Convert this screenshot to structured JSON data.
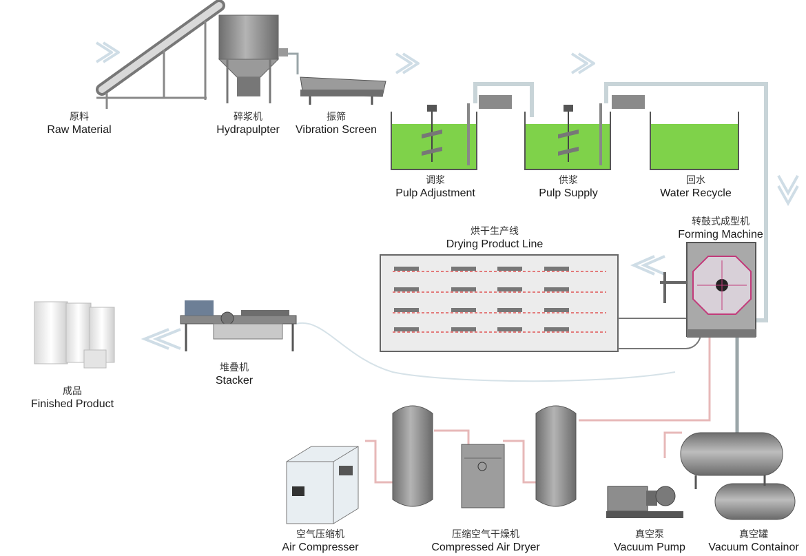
{
  "labels": {
    "raw_material": {
      "cn": "原料",
      "en": "Raw Material"
    },
    "hydrapulpter": {
      "cn": "碎浆机",
      "en": "Hydrapulpter"
    },
    "vibration_screen": {
      "cn": "振筛",
      "en": "Vibration Screen"
    },
    "pulp_adjustment": {
      "cn": "调浆",
      "en": "Pulp Adjustment"
    },
    "pulp_supply": {
      "cn": "供浆",
      "en": "Pulp Supply"
    },
    "water_recycle": {
      "cn": "回水",
      "en": "Water Recycle"
    },
    "forming_machine": {
      "cn": "转鼓式成型机",
      "en": "Forming Machine"
    },
    "drying_line": {
      "cn": "烘干生产线",
      "en": "Drying Product Line"
    },
    "stacker": {
      "cn": "堆叠机",
      "en": "Stacker"
    },
    "finished_product": {
      "cn": "成品",
      "en": "Finished Product"
    },
    "air_compresser": {
      "cn": "空气压缩机",
      "en": "Air Compresser"
    },
    "air_dryer": {
      "cn": "压缩空气干燥机",
      "en": "Compressed Air Dryer"
    },
    "vacuum_pump": {
      "cn": "真空泵",
      "en": "Vacuum Pump"
    },
    "vacuum_container": {
      "cn": "真空罐",
      "en": "Vacuum Containor"
    }
  },
  "colors": {
    "pulp_green": "#7fd24a",
    "pipe_red": "#e05555",
    "pipe_gray": "#c8d4d8",
    "equipment_gray": "#8c8c8c",
    "flow_arrow": "#d7e4ec"
  }
}
